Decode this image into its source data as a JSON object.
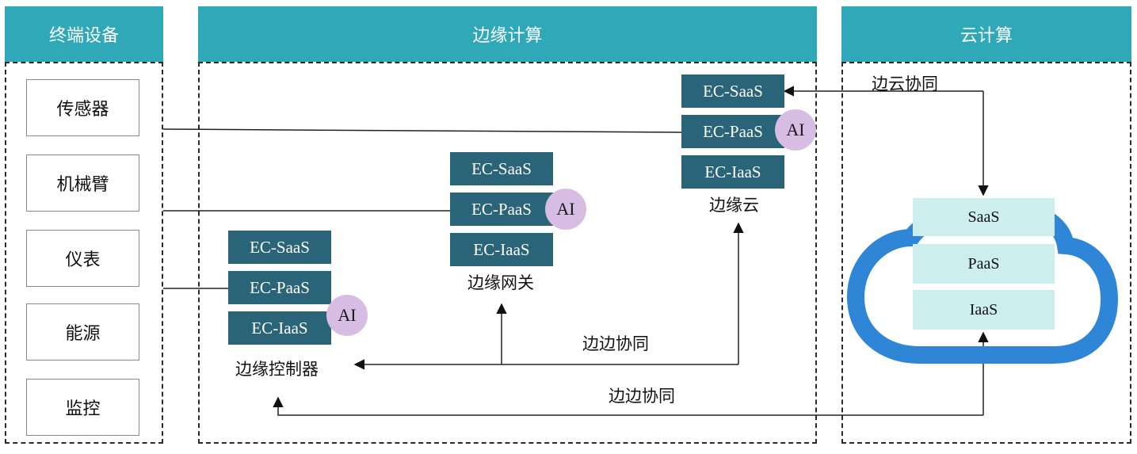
{
  "headers": {
    "terminal": "终端设备",
    "edge": "边缘计算",
    "cloud": "云计算"
  },
  "devices": [
    "传感器",
    "机械臂",
    "仪表",
    "能源",
    "监控"
  ],
  "edge_cloud": {
    "layers": [
      "EC-SaaS",
      "EC-PaaS",
      "EC-IaaS"
    ],
    "ai": "AI",
    "label": "边缘云"
  },
  "edge_gateway": {
    "layers": [
      "EC-SaaS",
      "EC-PaaS",
      "EC-IaaS"
    ],
    "ai": "AI",
    "label": "边缘网关"
  },
  "edge_controller": {
    "layers": [
      "EC-SaaS",
      "EC-PaaS",
      "EC-IaaS"
    ],
    "ai": "AI",
    "label": "边缘控制器"
  },
  "cloud": {
    "layers": [
      "SaaS",
      "PaaS",
      "IaaS"
    ]
  },
  "connections": {
    "edge_cloud_collab": "边云协同",
    "edge_edge_collab_1": "边边协同",
    "edge_edge_collab_2": "边边协同"
  },
  "colors": {
    "header": "#2fa8b8",
    "ec_box": "#2a6478",
    "ai_circle": "#d7bde4",
    "cloud_ring": "#2f86d6",
    "cloud_box": "#cdeeee"
  }
}
